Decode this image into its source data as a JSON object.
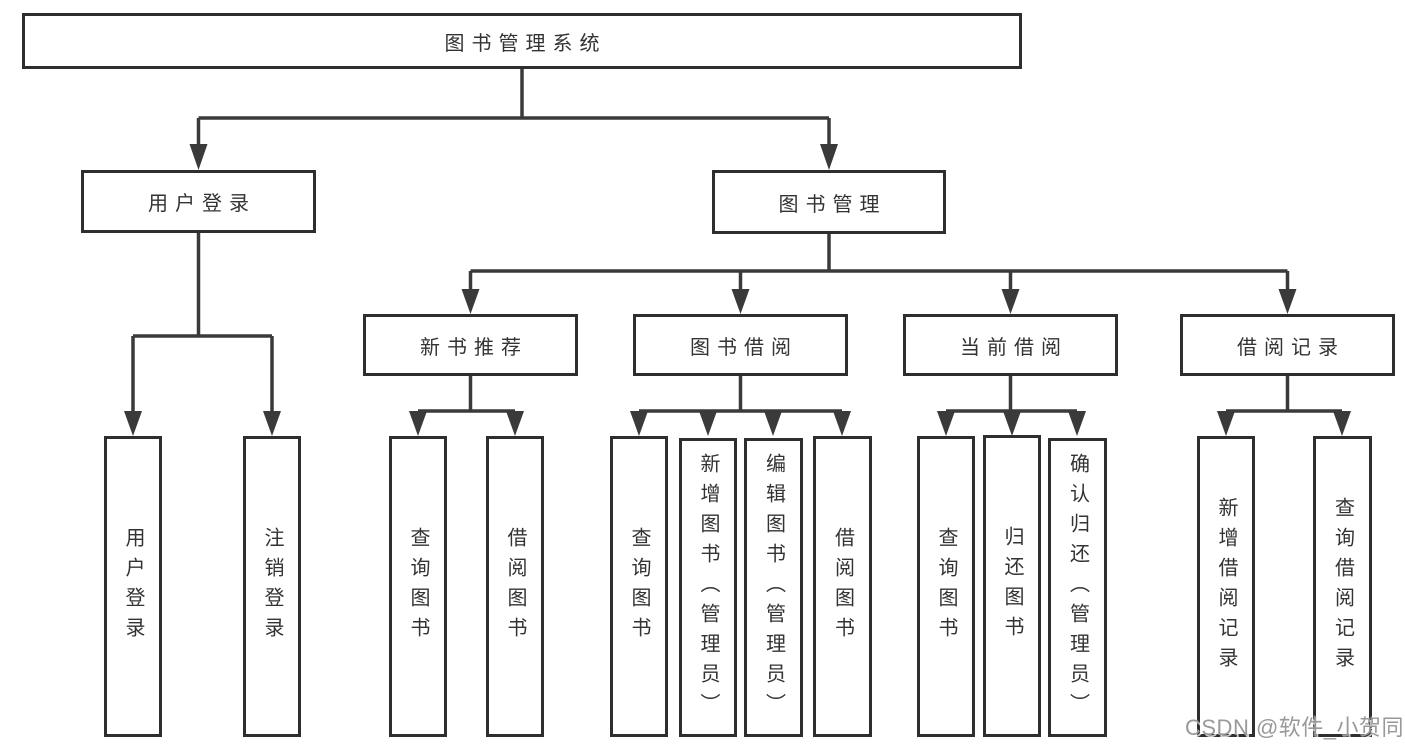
{
  "tree": {
    "root": {
      "label": "图书管理系统"
    },
    "level2": [
      {
        "label": "用户登录",
        "children": [
          {
            "label": "用户登录"
          },
          {
            "label": "注销登录"
          }
        ]
      },
      {
        "label": "图书管理",
        "children": [
          {
            "label": "新书推荐",
            "children": [
              {
                "label": "查询图书"
              },
              {
                "label": "借阅图书"
              }
            ]
          },
          {
            "label": "图书借阅",
            "children": [
              {
                "label": "查询图书"
              },
              {
                "label": "新增图书（管理员）"
              },
              {
                "label": "编辑图书（管理员）"
              },
              {
                "label": "借阅图书"
              }
            ]
          },
          {
            "label": "当前借阅",
            "children": [
              {
                "label": "查询图书"
              },
              {
                "label": "归还图书"
              },
              {
                "label": "确认归还（管理员）"
              }
            ]
          },
          {
            "label": "借阅记录",
            "children": [
              {
                "label": "新增借阅记录"
              },
              {
                "label": "查询借阅记录"
              }
            ]
          }
        ]
      }
    ]
  },
  "watermark": {
    "text": "CSDN @软件_小贺同学"
  },
  "colors": {
    "line": "#3a3a3a",
    "box_border": "#2e2e2e",
    "text": "#333333",
    "watermark": "#999999",
    "background": "#ffffff"
  }
}
